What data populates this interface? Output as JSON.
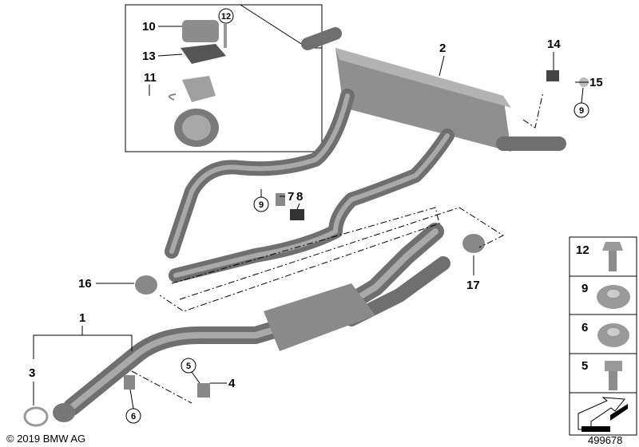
{
  "diagram": {
    "copyright": "© 2019 BMW AG",
    "diagram_number": "499678",
    "inset_labels": [
      "10",
      "12",
      "13",
      "11"
    ],
    "callouts": {
      "c1": "1",
      "c2": "2",
      "c3": "3",
      "c4": "4",
      "c5": "5",
      "c6": "6",
      "c7": "7",
      "c8": "8",
      "c9a": "9",
      "c9b": "9",
      "c14": "14",
      "c15": "15",
      "c16": "16",
      "c17": "17"
    },
    "hardware_legend": [
      {
        "number": "12",
        "icon": "flange-bolt-icon"
      },
      {
        "number": "9",
        "icon": "flange-nut-icon"
      },
      {
        "number": "6",
        "icon": "flange-nut-icon"
      },
      {
        "number": "5",
        "icon": "hex-bolt-icon"
      }
    ],
    "colors": {
      "part": "#8a8a8a",
      "part_highlight": "#b5b5b5",
      "line": "#000000"
    }
  }
}
